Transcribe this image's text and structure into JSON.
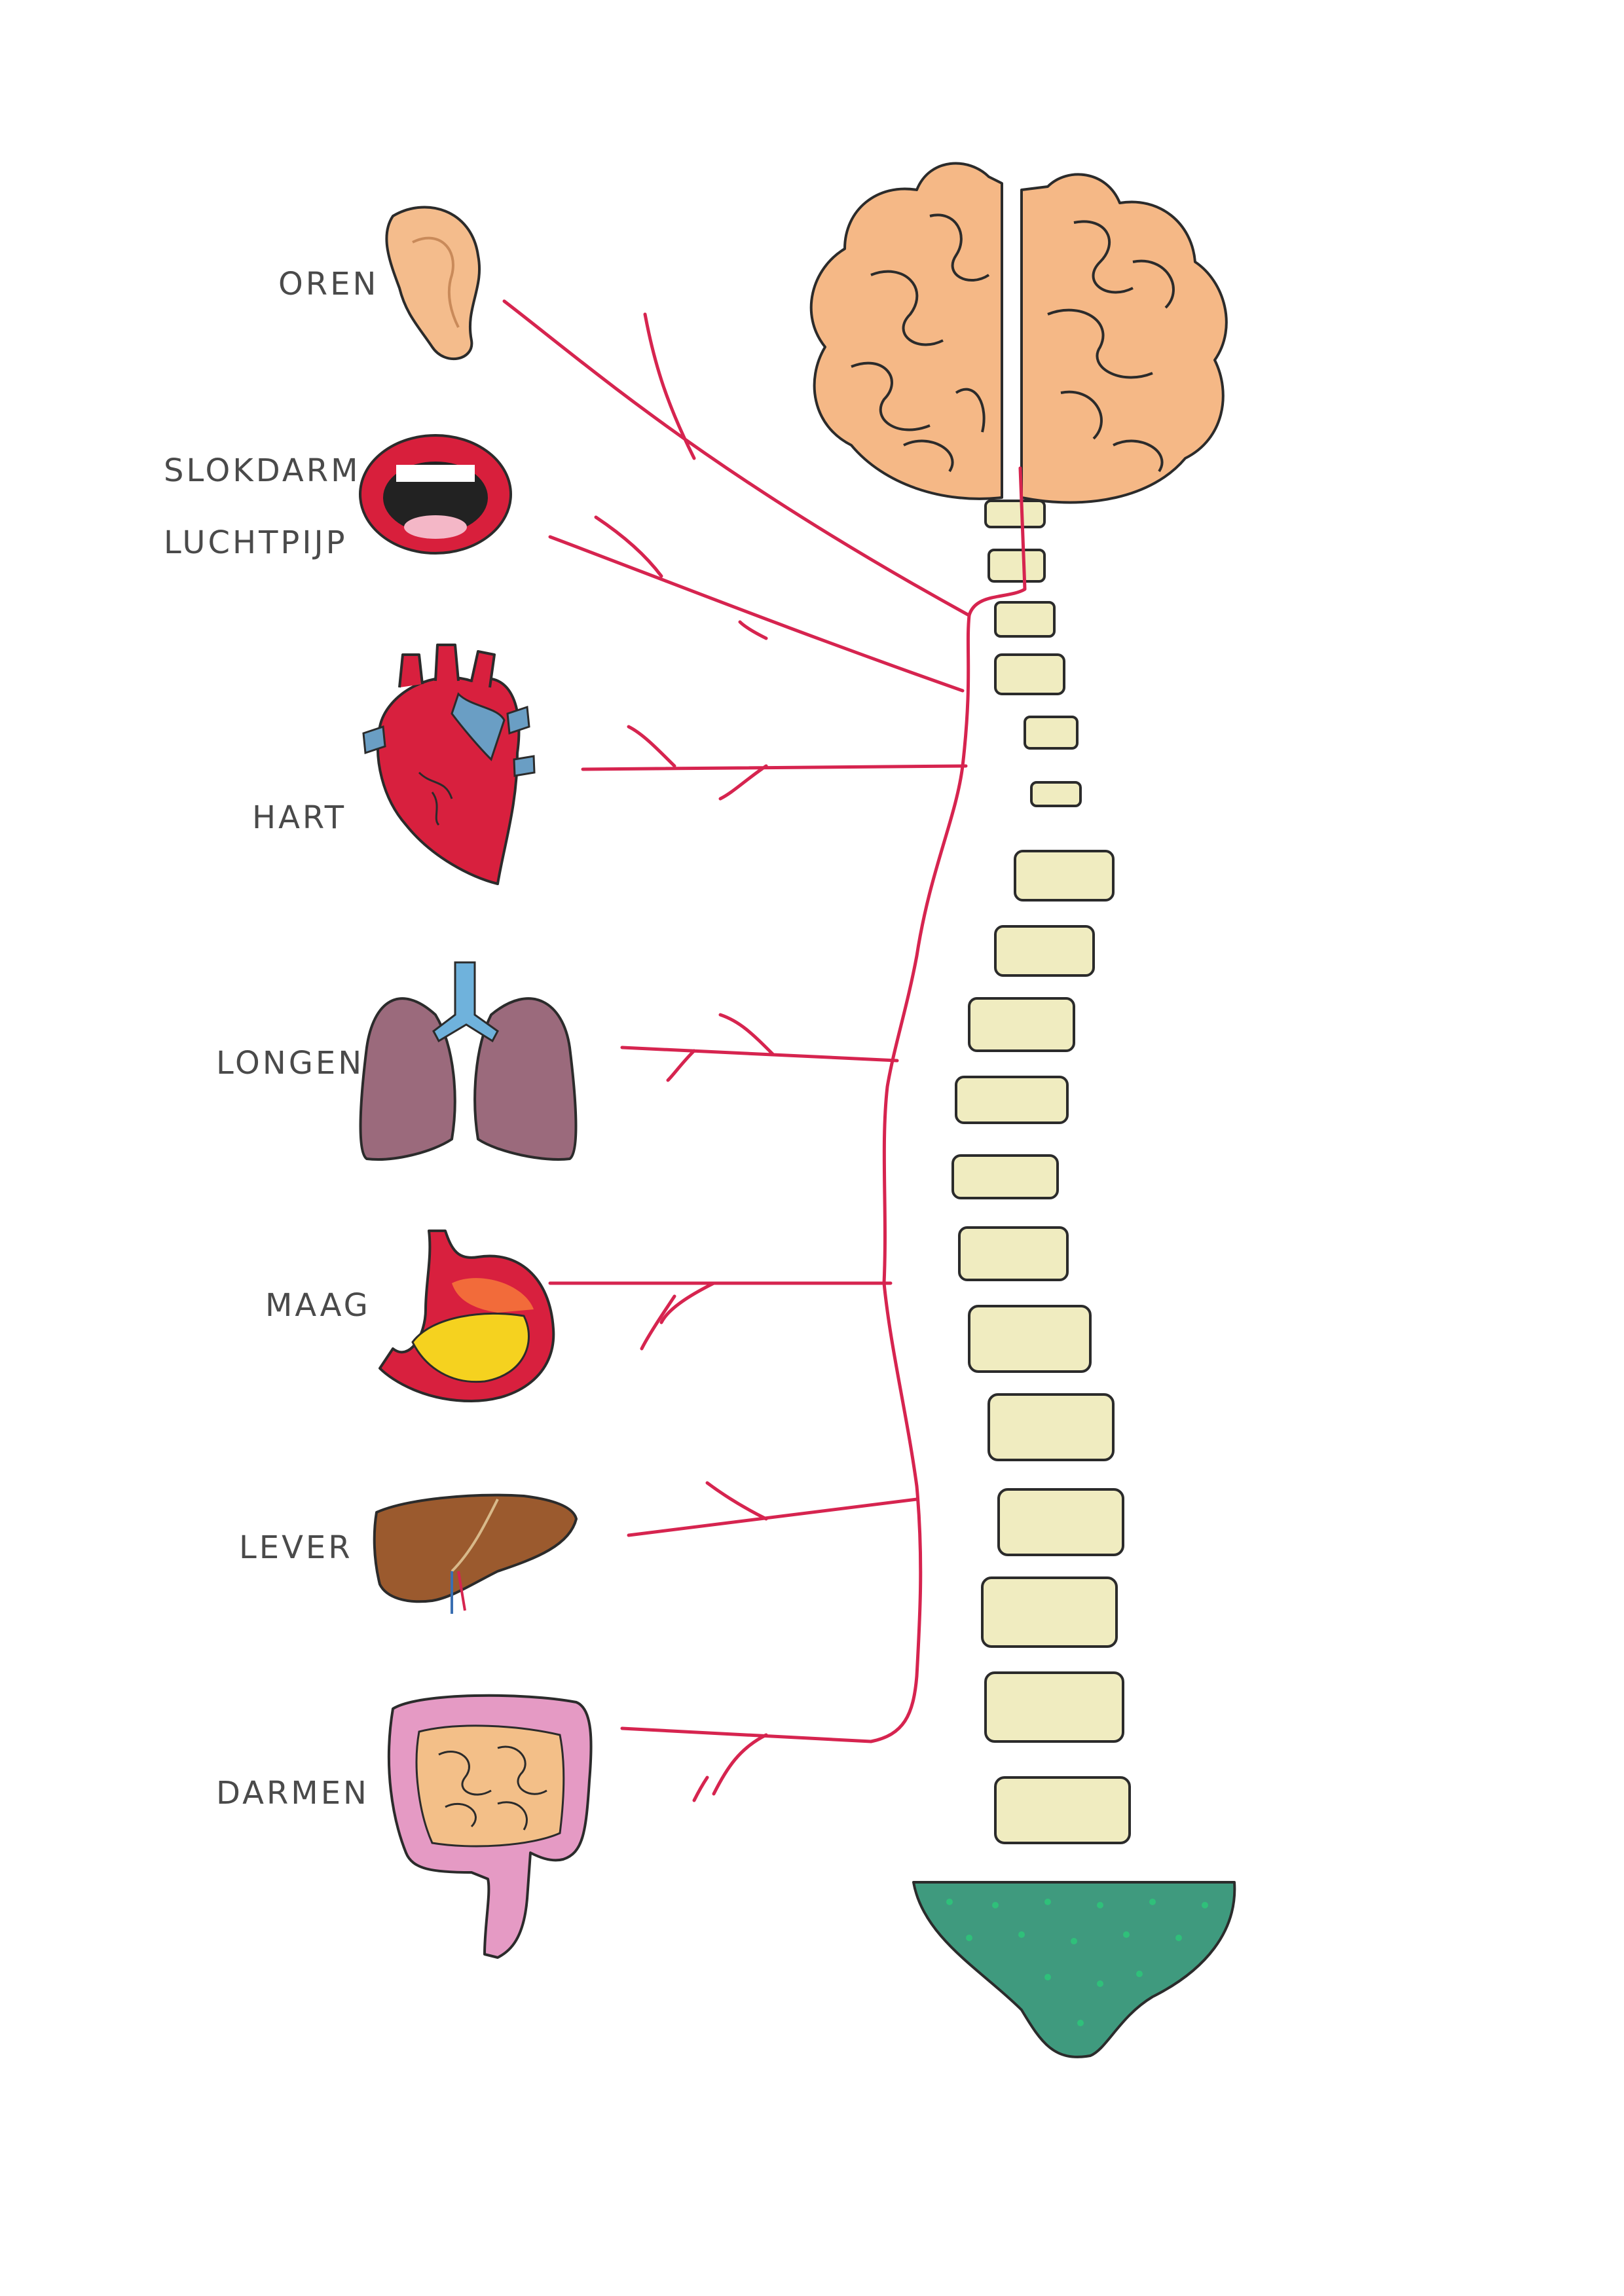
{
  "labels": {
    "ears": "OREN",
    "esophagus": "SLOKDARM",
    "trachea": "LUCHTPIJP",
    "heart": "HART",
    "lungs": "LONGEN",
    "stomach": "MAAG",
    "liver": "LEVER",
    "intestines": "DARMEN"
  },
  "colors": {
    "nerve": "#d6244f",
    "brain": "#f5b886",
    "vertebra": "#f0ecc0",
    "underwear": "#3f9a7e",
    "ear": "#f4bc8c",
    "lips": "#d81f3c",
    "heart": "#d8203e",
    "heart_vessel": "#6a9ec4",
    "lungs": "#9b6a7c",
    "trachea": "#6fb2dc",
    "stomach": "#d8203e",
    "stomach_content": "#f5d21f",
    "liver": "#9b5a2e",
    "intestine_outer": "#e59ac4",
    "intestine_inner": "#f3bf88"
  },
  "icons": [
    "brain-icon",
    "spine-icon",
    "underwear-icon",
    "ear-icon",
    "mouth-icon",
    "heart-icon",
    "lungs-icon",
    "stomach-icon",
    "liver-icon",
    "intestines-icon"
  ]
}
